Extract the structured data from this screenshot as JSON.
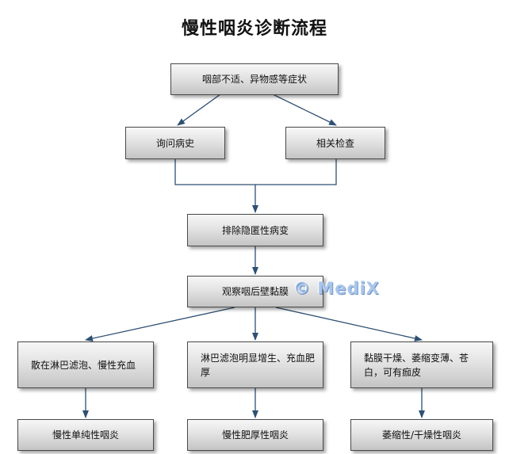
{
  "title": "慢性咽炎诊断流程",
  "watermark": "© MediX",
  "nodes": {
    "symptoms": "咽部不适、异物感等症状",
    "history": "询问病史",
    "exam": "相关检查",
    "exclude": "排除隐匿性病变",
    "observe": "观察咽后壁黏膜",
    "find_a": "散在淋巴滤泡、慢性充血",
    "find_b": "淋巴滤泡明显增生、充血肥厚",
    "find_c": "黏膜干燥、萎缩变薄、苍白，可有痂皮",
    "dx_a": "慢性单纯性咽炎",
    "dx_b": "慢性肥厚性咽炎",
    "dx_c": "萎缩性/干燥性咽炎"
  },
  "colors": {
    "arrow": "#2f4f73",
    "border": "#4a4a4a",
    "watermark": "#a9c6ea"
  }
}
